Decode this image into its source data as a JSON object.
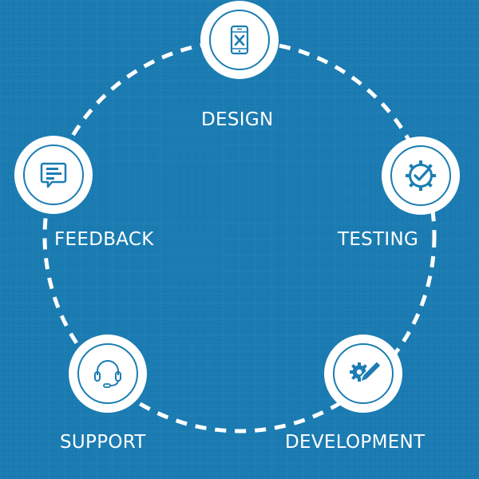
{
  "diagram": {
    "type": "cycle",
    "colors": {
      "background": "#1b7db4",
      "node_fill": "#ffffff",
      "icon": "#1b7db4",
      "connector": "#ffffff",
      "label": "#ffffff"
    },
    "stages": [
      {
        "label": "DESIGN",
        "icon": "mobile-design-icon"
      },
      {
        "label": "TESTING",
        "icon": "gear-check-icon"
      },
      {
        "label": "DEVELOPMENT",
        "icon": "gear-pencil-icon"
      },
      {
        "label": "SUPPORT",
        "icon": "headset-icon"
      },
      {
        "label": "FEEDBACK",
        "icon": "chat-bubble-icon"
      }
    ]
  }
}
